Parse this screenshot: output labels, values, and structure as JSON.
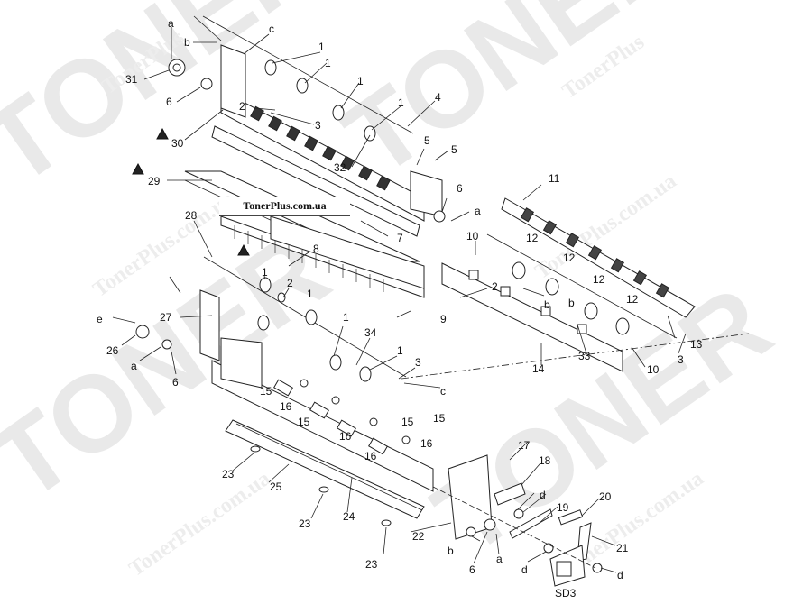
{
  "watermark": {
    "big": "TONER",
    "site": "TonerPlus.com.ua",
    "short": "TonerPlus"
  },
  "banner": "TonerPlus.com.ua",
  "callouts": [
    {
      "id": "a1",
      "text": "a"
    },
    {
      "id": "b1",
      "text": "b"
    },
    {
      "id": "c1",
      "text": "c"
    },
    {
      "id": "n31",
      "text": "31"
    },
    {
      "id": "n6a",
      "text": "6"
    },
    {
      "id": "n30",
      "text": "30"
    },
    {
      "id": "n1a",
      "text": "1"
    },
    {
      "id": "n1b",
      "text": "1"
    },
    {
      "id": "n1c",
      "text": "1"
    },
    {
      "id": "n1d",
      "text": "1"
    },
    {
      "id": "n2a",
      "text": "2"
    },
    {
      "id": "n3a",
      "text": "3"
    },
    {
      "id": "n4",
      "text": "4"
    },
    {
      "id": "n5a",
      "text": "5"
    },
    {
      "id": "n5b",
      "text": "5"
    },
    {
      "id": "n32",
      "text": "32"
    },
    {
      "id": "n29",
      "text": "29"
    },
    {
      "id": "n6b",
      "text": "6"
    },
    {
      "id": "a2",
      "text": "a"
    },
    {
      "id": "n7",
      "text": "7"
    },
    {
      "id": "n28",
      "text": "28"
    },
    {
      "id": "n8",
      "text": "8"
    },
    {
      "id": "n11",
      "text": "11"
    },
    {
      "id": "n10a",
      "text": "10"
    },
    {
      "id": "n12a",
      "text": "12"
    },
    {
      "id": "n12b",
      "text": "12"
    },
    {
      "id": "n12c",
      "text": "12"
    },
    {
      "id": "n12d",
      "text": "12"
    },
    {
      "id": "b2",
      "text": "b"
    },
    {
      "id": "n1e",
      "text": "1"
    },
    {
      "id": "n2b",
      "text": "2"
    },
    {
      "id": "n1f",
      "text": "1"
    },
    {
      "id": "n2c",
      "text": "2"
    },
    {
      "id": "n9",
      "text": "9"
    },
    {
      "id": "e1",
      "text": "e"
    },
    {
      "id": "n27",
      "text": "27"
    },
    {
      "id": "n26",
      "text": "26"
    },
    {
      "id": "a3",
      "text": "a"
    },
    {
      "id": "n6c",
      "text": "6"
    },
    {
      "id": "n1g",
      "text": "1"
    },
    {
      "id": "n34",
      "text": "34"
    },
    {
      "id": "n1h",
      "text": "1"
    },
    {
      "id": "n3b",
      "text": "3"
    },
    {
      "id": "c2",
      "text": "c"
    },
    {
      "id": "b3",
      "text": "b"
    },
    {
      "id": "n13",
      "text": "13"
    },
    {
      "id": "n33",
      "text": "33"
    },
    {
      "id": "n3c",
      "text": "3"
    },
    {
      "id": "n14",
      "text": "14"
    },
    {
      "id": "n10b",
      "text": "10"
    },
    {
      "id": "n15a",
      "text": "15"
    },
    {
      "id": "n16a",
      "text": "16"
    },
    {
      "id": "n15b",
      "text": "15"
    },
    {
      "id": "n16b",
      "text": "16"
    },
    {
      "id": "n15c",
      "text": "15"
    },
    {
      "id": "n15d",
      "text": "15"
    },
    {
      "id": "n16c",
      "text": "16"
    },
    {
      "id": "n16d",
      "text": "16"
    },
    {
      "id": "n17",
      "text": "17"
    },
    {
      "id": "n18",
      "text": "18"
    },
    {
      "id": "d1",
      "text": "d"
    },
    {
      "id": "n19",
      "text": "19"
    },
    {
      "id": "n20",
      "text": "20"
    },
    {
      "id": "n21",
      "text": "21"
    },
    {
      "id": "n23a",
      "text": "23"
    },
    {
      "id": "n25",
      "text": "25"
    },
    {
      "id": "n24",
      "text": "24"
    },
    {
      "id": "n23b",
      "text": "23"
    },
    {
      "id": "n22",
      "text": "22"
    },
    {
      "id": "n23c",
      "text": "23"
    },
    {
      "id": "b4",
      "text": "b"
    },
    {
      "id": "n6d",
      "text": "6"
    },
    {
      "id": "a4",
      "text": "a"
    },
    {
      "id": "d2",
      "text": "d"
    },
    {
      "id": "d3",
      "text": "d"
    },
    {
      "id": "sd3",
      "text": "SD3"
    }
  ]
}
